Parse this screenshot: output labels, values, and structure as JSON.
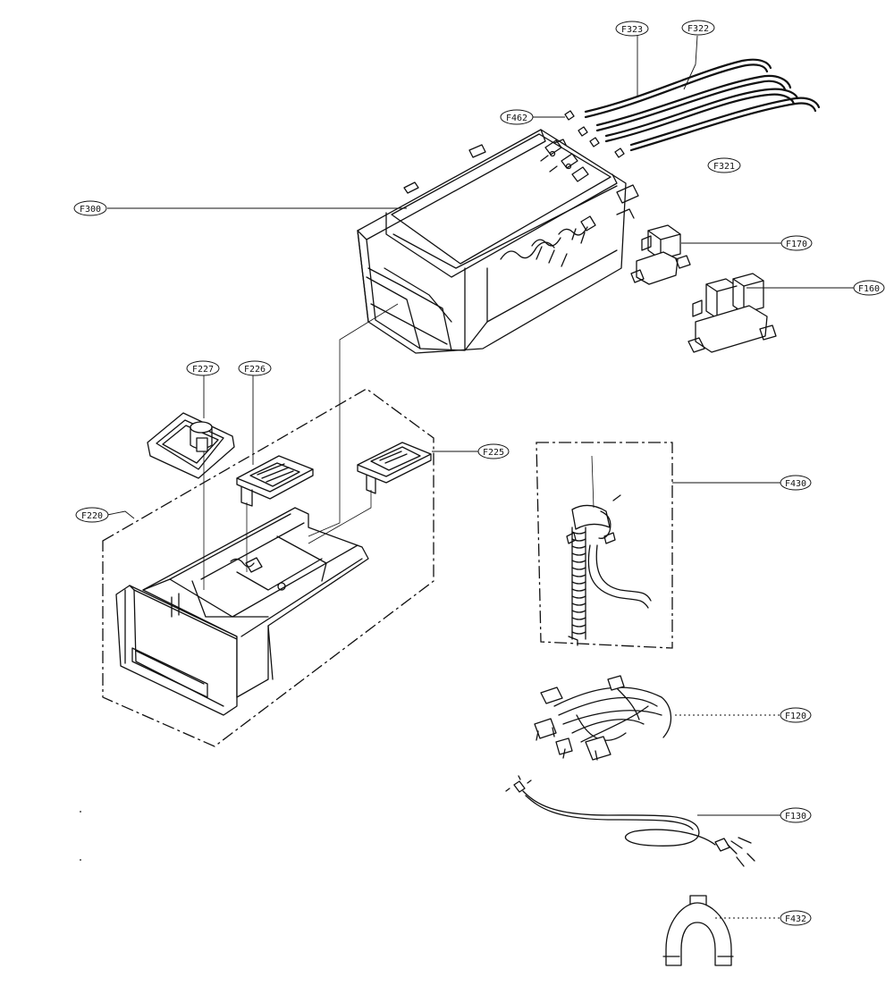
{
  "labels": {
    "F323": "F323",
    "F322": "F322",
    "F462": "F462",
    "F321": "F321",
    "F300": "F300",
    "F170": "F170",
    "F160": "F160",
    "F227": "F227",
    "F226": "F226",
    "F225": "F225",
    "F220": "F220",
    "F430": "F430",
    "F120": "F120",
    "F130": "F130",
    "F432": "F432"
  }
}
